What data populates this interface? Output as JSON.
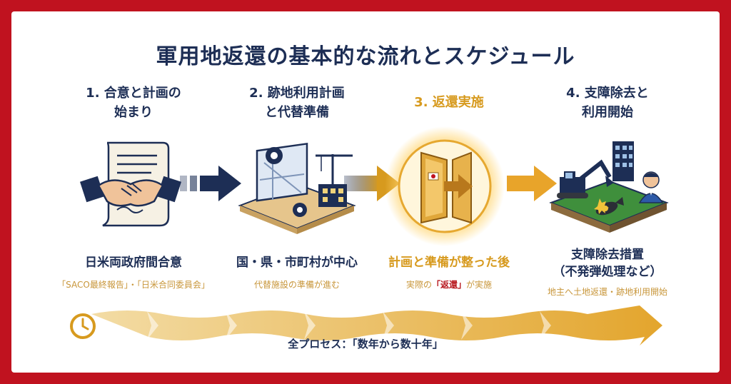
{
  "title": "軍用地返還の基本的な流れとスケジュール",
  "steps": [
    {
      "title_lines": [
        "1. 合意と計画の",
        "始まり"
      ],
      "main_lines": [
        "日米両政府間合意"
      ],
      "sub_parts": [
        "「SACO最終報告」・「日米合同委員会」"
      ],
      "icon": "handshake-document-icon"
    },
    {
      "title_lines": [
        "2. 跡地利用計画",
        "と代替準備"
      ],
      "main_lines": [
        "国・県・市町村が中心"
      ],
      "sub_parts": [
        "代替施設の準備が進む"
      ],
      "icon": "city-plan-crane-icon"
    },
    {
      "title_lines": [
        "3. 返還実施"
      ],
      "main_lines": [
        "計画と準備が整った後"
      ],
      "sub_parts": [
        "実際の",
        "「返還」",
        "が実施"
      ],
      "icon": "opening-door-icon"
    },
    {
      "title_lines": [
        "4. 支障除去と",
        "利用開始"
      ],
      "main_lines": [
        "支障除去措置",
        "（不発弾処理など）"
      ],
      "sub_parts": [
        "地主へ土地返還・跡地利用開始"
      ],
      "icon": "excavator-bomb-icon"
    }
  ],
  "timeline": {
    "label": "全プロセス：「数年から数十年」",
    "icon": "clock-icon"
  },
  "colors": {
    "frame": "#c0121f",
    "navy": "#1d2e55",
    "gold": "#d79a1e",
    "sub_text": "#c8963a"
  }
}
